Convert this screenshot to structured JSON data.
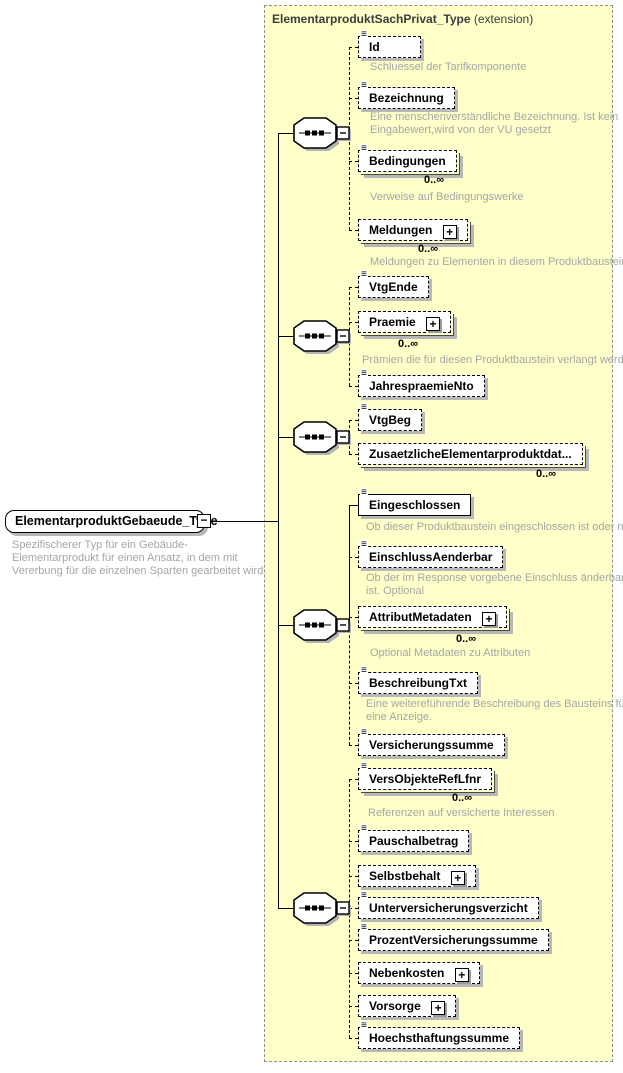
{
  "title": {
    "name": "ElementarproduktSachPrivat_Type",
    "suffix": " (extension)"
  },
  "root": {
    "label": "ElementarproduktGebaeude_Type",
    "description": "Spezifischerer Typ für ein Gebäude-Elementarprodukt für einen Ansatz, in dem mit Vererbung für die einzelnen Sparten gearbeitet wird"
  },
  "glyphs": {
    "plus": "+",
    "minus": "−",
    "attr": "≡"
  },
  "elements": {
    "id": {
      "label": "Id",
      "description": "Schluessel der Tarifkomponente"
    },
    "bezeichnung": {
      "label": "Bezeichnung",
      "description": "Eine menschenverständliche Bezeichnung. Ist kein Eingabewert,wird von der VU gesetzt"
    },
    "bedingungen": {
      "label": "Bedingungen",
      "occurs": "0..∞",
      "description": "Verweise auf Bedingungswerke"
    },
    "meldungen": {
      "label": "Meldungen",
      "occurs": "0..∞",
      "description": "Meldungen zu Elementen in diesem Produktbaustein"
    },
    "vtgende": {
      "label": "VtgEnde"
    },
    "praemie": {
      "label": "Praemie",
      "occurs": "0..∞",
      "description": "Prämien die für diesen Produktbaustein verlangt werden"
    },
    "jahrespraemiento": {
      "label": "JahrespraemieNto"
    },
    "vtgbeg": {
      "label": "VtgBeg"
    },
    "zusaetzliche": {
      "label": "ZusaetzlicheElementarproduktdat...",
      "occurs": "0..∞"
    },
    "eingeschlossen": {
      "label": "Eingeschlossen",
      "description": "Ob dieser Produktbaustein eingeschlossen ist oder nicht"
    },
    "einschlussaenderbar": {
      "label": "EinschlussAenderbar",
      "description": "Ob der im Response vorgebene Einschluss änderbar ist. Optional"
    },
    "attributmetadaten": {
      "label": "AttributMetadaten",
      "occurs": "0..∞",
      "description": "Optional Metadaten zu Attributen"
    },
    "beschreibungtxt": {
      "label": "BeschreibungTxt",
      "description": "Eine weitereführende Beschreibung des Bausteins für eine Anzeige."
    },
    "versicherungssumme": {
      "label": "Versicherungssumme"
    },
    "versobjekte": {
      "label": "VersObjekteRefLfnr",
      "occurs": "0..∞",
      "description": "Referenzen auf versicherte Interessen"
    },
    "pauschalbetrag": {
      "label": "Pauschalbetrag"
    },
    "selbstbehalt": {
      "label": "Selbstbehalt"
    },
    "unterversicherungsverzicht": {
      "label": "Unterversicherungsverzicht"
    },
    "prozentversicherungssumme": {
      "label": "ProzentVersicherungssumme"
    },
    "nebenkosten": {
      "label": "Nebenkosten"
    },
    "vorsorge": {
      "label": "Vorsorge"
    },
    "hoechsthaftungssumme": {
      "label": "Hoechsthaftungssumme"
    }
  }
}
